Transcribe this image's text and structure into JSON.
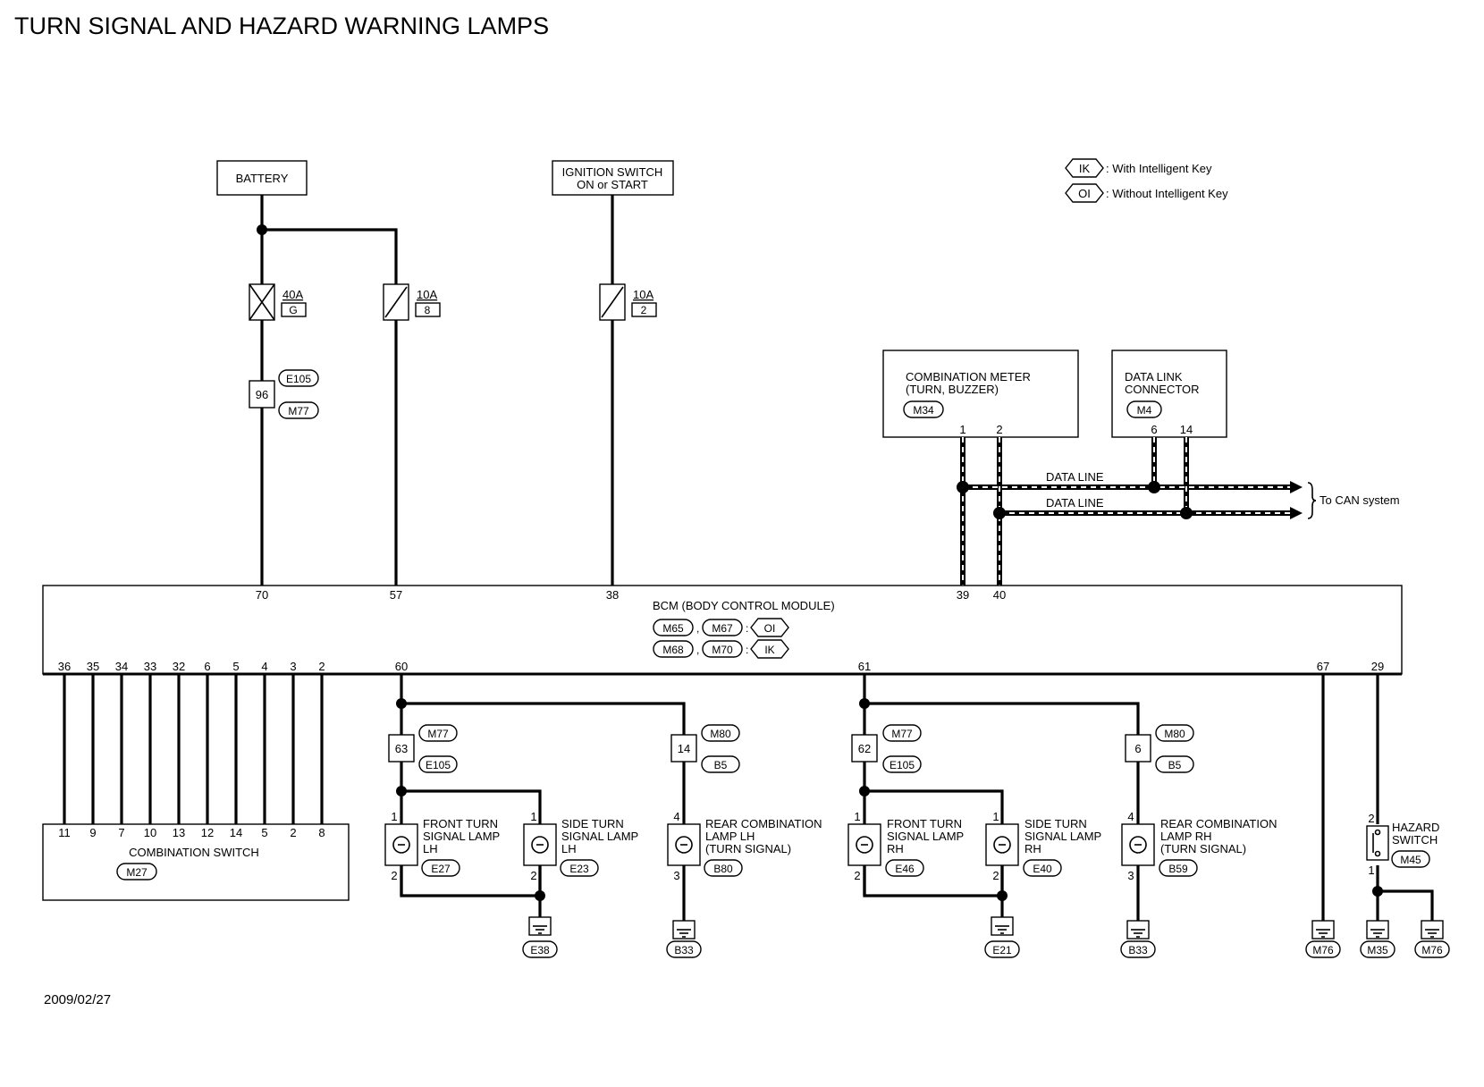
{
  "title": "TURN SIGNAL AND HAZARD WARNING LAMPS",
  "date": "2009/02/27",
  "legend": [
    {
      "code": "IK",
      "text": ": With Intelligent Key"
    },
    {
      "code": "OI",
      "text": ": Without Intelligent Key"
    }
  ],
  "battery": "BATTERY",
  "ignition": [
    "IGNITION SWITCH",
    "ON or START"
  ],
  "fuses": [
    {
      "amp": "40A",
      "no": "G"
    },
    {
      "amp": "10A",
      "no": "8"
    },
    {
      "amp": "10A",
      "no": "2"
    }
  ],
  "joint_top": {
    "pin": "96",
    "conn1": "E105",
    "conn2": "M77"
  },
  "meter": {
    "lines": [
      "COMBINATION METER",
      "(TURN, BUZZER)"
    ],
    "conn": "M34",
    "pins": [
      "1",
      "2"
    ]
  },
  "dlc": {
    "lines": [
      "DATA LINK",
      "CONNECTOR"
    ],
    "conn": "M4",
    "pins": [
      "6",
      "14"
    ]
  },
  "data_line": "DATA LINE",
  "can_note": "To CAN system",
  "bcm": {
    "name": "BCM (BODY CONTROL MODULE)",
    "conn_row1": [
      "M65",
      ",",
      "M67",
      ":",
      "OI"
    ],
    "conn_row2": [
      "M68",
      ",",
      "M70",
      ":",
      "IK"
    ],
    "top_pins": [
      "70",
      "57",
      "38",
      "39",
      "40"
    ],
    "bottom_pins": [
      "36",
      "35",
      "34",
      "33",
      "32",
      "6",
      "5",
      "4",
      "3",
      "2",
      "60",
      "61",
      "67",
      "29"
    ]
  },
  "combo_switch": {
    "name": "COMBINATION SWITCH",
    "conn": "M27",
    "pins": [
      "11",
      "9",
      "7",
      "10",
      "13",
      "12",
      "14",
      "5",
      "2",
      "8"
    ]
  },
  "joints": [
    {
      "pin": "63",
      "conn1": "M77",
      "conn2": "E105"
    },
    {
      "pin": "14",
      "conn1": "M80",
      "conn2": "B5"
    },
    {
      "pin": "62",
      "conn1": "M77",
      "conn2": "E105"
    },
    {
      "pin": "6",
      "conn1": "M80",
      "conn2": "B5"
    }
  ],
  "lamps": [
    {
      "lines": [
        "FRONT TURN",
        "SIGNAL LAMP",
        "LH"
      ],
      "conn": "E27",
      "pin_top": "1",
      "pin_bot": "2"
    },
    {
      "lines": [
        "SIDE TURN",
        "SIGNAL LAMP",
        "LH"
      ],
      "conn": "E23",
      "pin_top": "1",
      "pin_bot": "2"
    },
    {
      "lines": [
        "REAR COMBINATION",
        "LAMP LH",
        "(TURN SIGNAL)"
      ],
      "conn": "B80",
      "pin_top": "4",
      "pin_bot": "3"
    },
    {
      "lines": [
        "FRONT TURN",
        "SIGNAL LAMP",
        "RH"
      ],
      "conn": "E46",
      "pin_top": "1",
      "pin_bot": "2"
    },
    {
      "lines": [
        "SIDE TURN",
        "SIGNAL LAMP",
        "RH"
      ],
      "conn": "E40",
      "pin_top": "1",
      "pin_bot": "2"
    },
    {
      "lines": [
        "REAR COMBINATION",
        "LAMP RH",
        "(TURN SIGNAL)"
      ],
      "conn": "B59",
      "pin_top": "4",
      "pin_bot": "3"
    }
  ],
  "hazard": {
    "lines": [
      "HAZARD",
      "SWITCH"
    ],
    "conn": "M45",
    "pin_top": "2",
    "pin_bot": "1"
  },
  "grounds": [
    "E38",
    "B33",
    "E21",
    "B33",
    "M76",
    "M35",
    "M76"
  ]
}
